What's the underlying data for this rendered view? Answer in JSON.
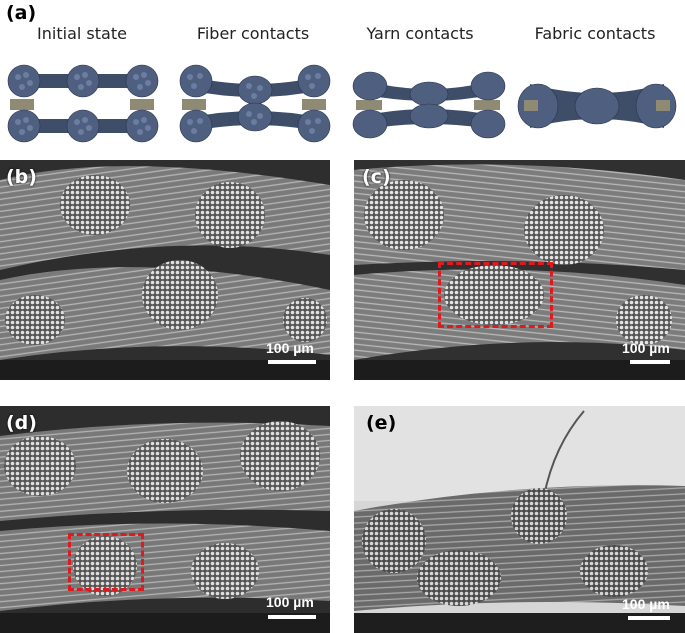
{
  "panel_a": {
    "label": "(a)",
    "states": [
      {
        "title": "Initial state"
      },
      {
        "title": "Fiber contacts"
      },
      {
        "title": "Yarn contacts"
      },
      {
        "title": "Fabric contacts"
      }
    ]
  },
  "panels": [
    {
      "label": "(b)",
      "scale": "100 µm"
    },
    {
      "label": "(c)",
      "scale": "100 µm"
    },
    {
      "label": "(d)",
      "scale": "100 µm"
    },
    {
      "label": "(e)",
      "scale": "100 µm"
    }
  ],
  "colors": {
    "yarn": "#3e4d68",
    "yarn_light": "#5a6c8c",
    "spacer": "#8f8a74",
    "roi": "#e0191e"
  }
}
